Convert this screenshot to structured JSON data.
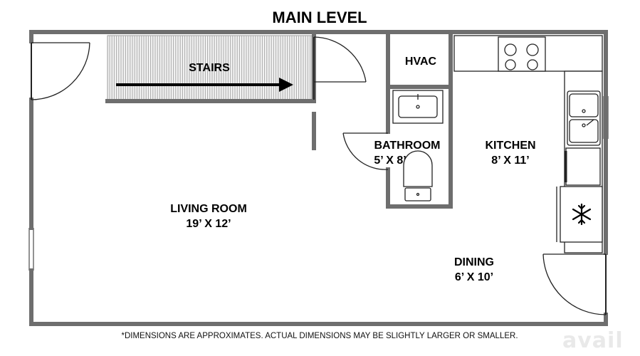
{
  "title": "MAIN LEVEL",
  "rooms": {
    "stairs": {
      "name": "STAIRS"
    },
    "hvac": {
      "name": "HVAC"
    },
    "bathroom": {
      "name": "BATHROOM",
      "dims": "5’ X 8’"
    },
    "kitchen": {
      "name": "KITCHEN",
      "dims": "8’ X 11’"
    },
    "living_room": {
      "name": "LIVING ROOM",
      "dims": "19’ X 12’"
    },
    "dining": {
      "name": "DINING",
      "dims": "6’ X 10’"
    }
  },
  "footnote": "*DIMENSIONS ARE APPROXIMATES. ACTUAL DIMENSIONS MAY BE SLIGHTLY LARGER OR SMALLER.",
  "watermark": "avail",
  "colors": {
    "wall": "#6e6e6e",
    "line": "#222222",
    "stair_fill": "#f2f2f2",
    "stair_line": "#9a9a9a"
  },
  "icons": {
    "freezer": "snowflake-icon",
    "stairs_direction": "arrow-right-icon"
  }
}
